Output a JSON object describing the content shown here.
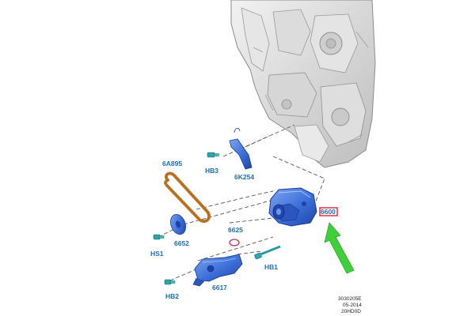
{
  "diagram": {
    "callouts": {
      "p6A895": "6A895",
      "p6K254": "6K254",
      "hb3": "HB3",
      "p6652": "6652",
      "hs1": "HS1",
      "p6625": "6625",
      "hb1": "HB1",
      "p6617": "6617",
      "hb2": "HB2",
      "p6600": "6600"
    },
    "reference": {
      "line1": "3030205E",
      "line2": "05-2014",
      "line3": "20HD0D"
    }
  },
  "colors": {
    "part_blue": "#3d6fd8",
    "callout_blue": "#1e6fb0",
    "chain_brown": "#c07a2c",
    "arrow_green": "#3ecf3a",
    "highlight_red": "#e0203c",
    "engine_grey": "#d8d8d8"
  }
}
